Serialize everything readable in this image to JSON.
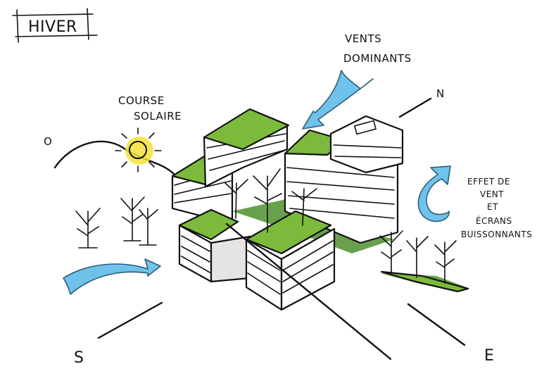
{
  "title": "HIVER",
  "labels": {
    "vents_dominants": [
      "VENTS",
      "DOMINANTS"
    ],
    "course_solaire": [
      "COURSE",
      "SOLAIRE"
    ],
    "effet_vent": [
      "EFFET DE",
      "VENT",
      "ET",
      "ÉCRANS",
      "BUISSONNANTS"
    ]
  },
  "compass": {
    "north": "N",
    "south": "S",
    "east": "E",
    "west": "O"
  },
  "colors": {
    "roof_green": "#7cba3c",
    "wind_blue": "#6fc3ea",
    "sun_yellow": "#f5e23a"
  }
}
